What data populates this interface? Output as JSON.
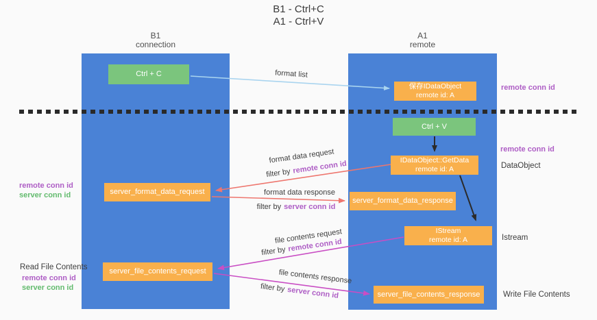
{
  "title": {
    "line1": "B1 - Ctrl+C",
    "line2": "A1 - Ctrl+V"
  },
  "columns": {
    "left": {
      "line1": "B1",
      "line2": "connection"
    },
    "right": {
      "line1": "A1",
      "line2": "remote"
    }
  },
  "nodes": {
    "ctrl_c": "Ctrl + C",
    "ctrl_v": "Ctrl + V",
    "save_dataobject": {
      "line1": "保存IDataObject",
      "line2": "remote id: A"
    },
    "getdata": {
      "line1": "IDataObject::GetData",
      "line2": "remote id: A"
    },
    "istream": {
      "line1": "IStream",
      "line2": "remote id: A"
    },
    "format_request": "server_format_data_request",
    "format_response": "server_format_data_response",
    "file_request": "server_file_contents_request",
    "file_response": "server_file_contents_response"
  },
  "arrow_labels": {
    "format_list": "format list",
    "filter_prefix": "filter by",
    "format_request": "format data request",
    "format_request_filter_key": "remote conn id",
    "format_response": "format data response",
    "format_response_filter_key": "server conn id",
    "file_request": "file contents request",
    "file_request_filter_key": "remote conn id",
    "file_response": "file contents response",
    "file_response_filter_key": "server conn id"
  },
  "side_labels": {
    "right_top_conn": "remote conn id",
    "right_mid_conn": "remote conn id",
    "dataobject": "DataObject",
    "istream": "Istream",
    "write_file": "Write File Contents",
    "left_remote_conn": "remote conn id",
    "left_server_conn": "server conn id",
    "read_file": "Read File Contents",
    "left_remote_conn2": "remote conn id",
    "left_server_conn2": "server conn id"
  },
  "colors": {
    "panel_blue": "#4a82d6",
    "node_green": "#7bc57d",
    "node_orange": "#f9b04c",
    "arrow_lightblue": "#a9d4ef",
    "arrow_salmon": "#ee766e",
    "arrow_magenta": "#c94ec4",
    "arrow_black": "#2b2b2b",
    "text_purple": "#ae5ec5",
    "text_green": "#63bb6e",
    "background": "#fafafa"
  }
}
